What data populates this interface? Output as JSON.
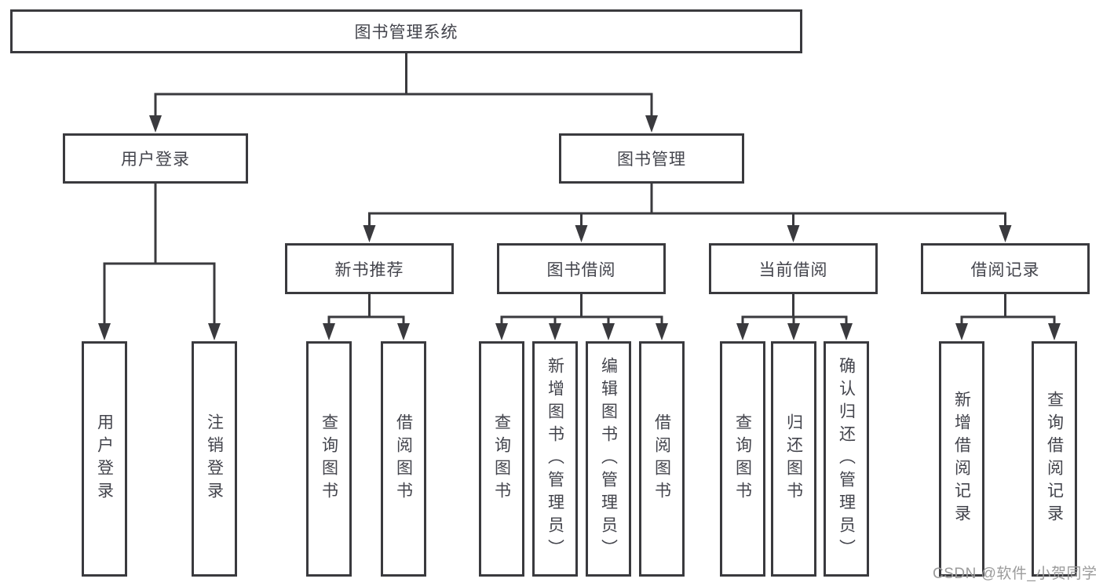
{
  "diagram": {
    "root": {
      "label": "图书管理系统"
    },
    "level2": [
      {
        "label": "用户登录"
      },
      {
        "label": "图书管理"
      }
    ],
    "level3": [
      {
        "label": "新书推荐"
      },
      {
        "label": "图书借阅"
      },
      {
        "label": "当前借阅"
      },
      {
        "label": "借阅记录"
      }
    ],
    "leaves": {
      "user_login": [
        {
          "label": "用户登录"
        },
        {
          "label": "注销登录"
        }
      ],
      "new_books": [
        {
          "label": "查询图书"
        },
        {
          "label": "借阅图书"
        }
      ],
      "book_borrow": [
        {
          "label": "查询图书"
        },
        {
          "label": "新增图书（管理员）"
        },
        {
          "label": "编辑图书（管理员）"
        },
        {
          "label": "借阅图书"
        }
      ],
      "current_borrow": [
        {
          "label": "查询图书"
        },
        {
          "label": "归还图书"
        },
        {
          "label": "确认归还（管理员）"
        }
      ],
      "borrow_records": [
        {
          "label": "新增借阅记录"
        },
        {
          "label": "查询借阅记录"
        }
      ]
    }
  },
  "watermark": {
    "text": "CSDN @软件_小贺同学",
    "color": "#9b9b9b"
  },
  "colors": {
    "line": "#3a3a3e",
    "text": "#43444c",
    "background": "#ffffff"
  }
}
